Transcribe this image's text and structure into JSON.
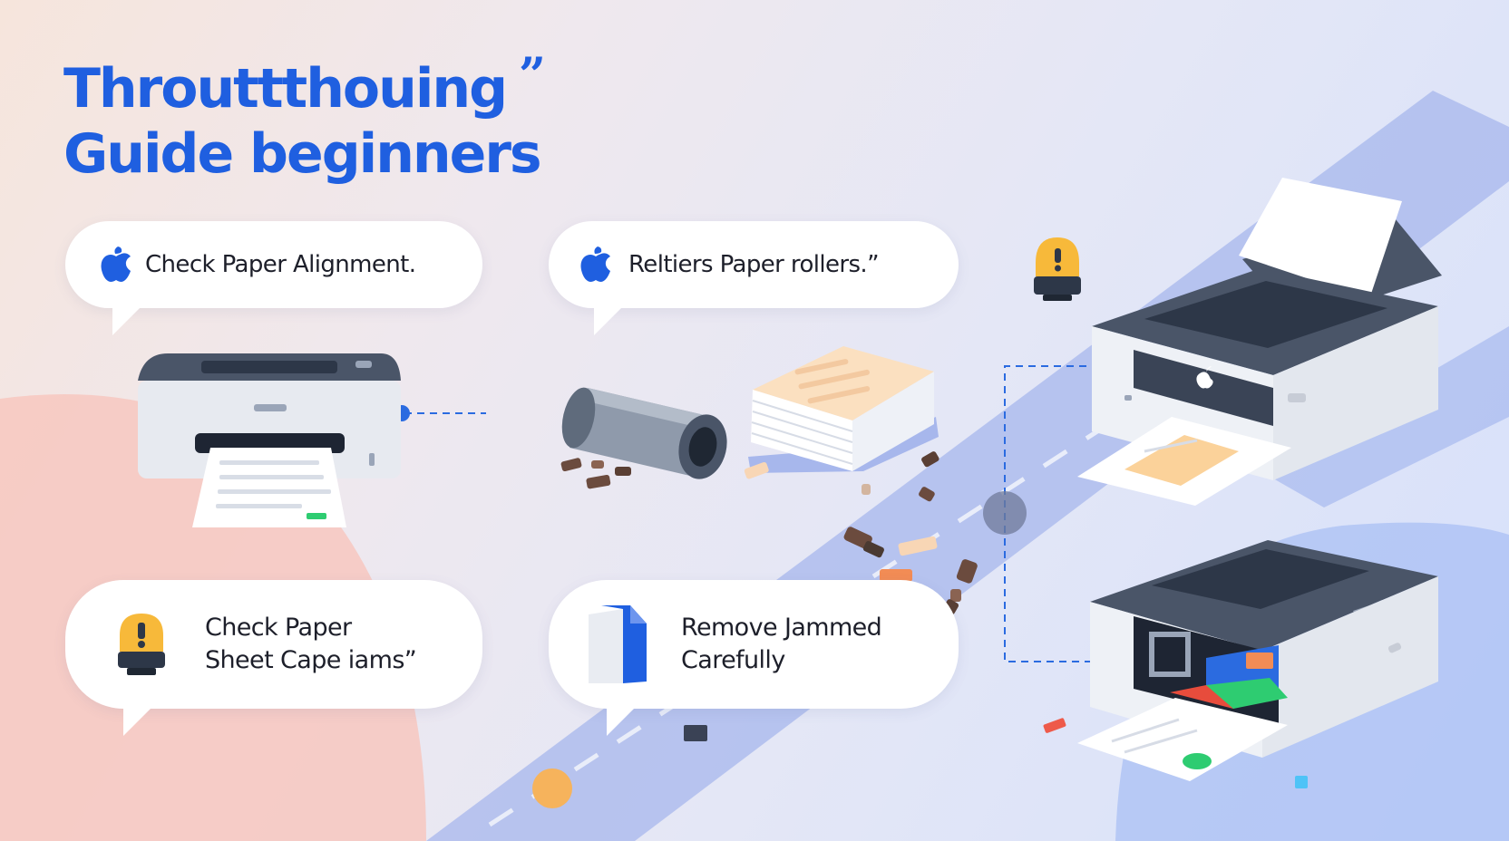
{
  "title": {
    "line1": "Throuttthouing",
    "line2": "Guide beginners",
    "quote_mark": "”"
  },
  "bubbles": [
    {
      "text": "Check Paper Alignment.",
      "icon": "apple-logo-icon"
    },
    {
      "text": "Reltiers  Paper rollers.”",
      "icon": "apple-logo-icon"
    },
    {
      "line1": "Check Paper",
      "line2": "Sheet Cape iams”",
      "icon": "warning-light-icon"
    },
    {
      "line1": "Remove Jammed",
      "line2": "Carefully",
      "icon": "document-icon"
    }
  ],
  "colors": {
    "accent": "#1f5fe0",
    "warning": "#f7b93a",
    "dark": "#2d3748",
    "link_blue": "#2b6be0"
  }
}
